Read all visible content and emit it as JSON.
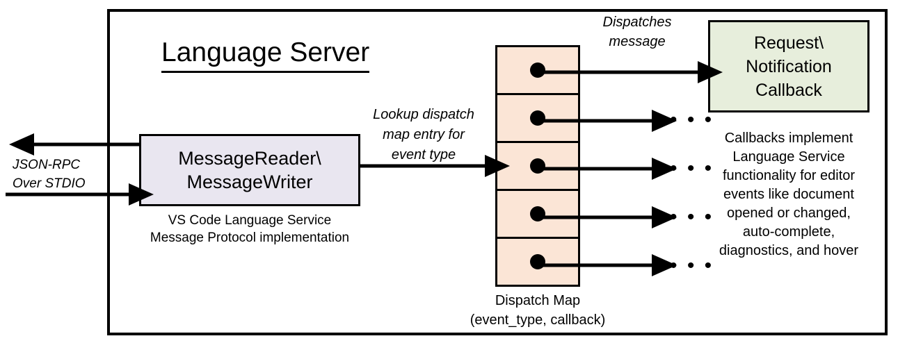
{
  "diagram": {
    "title": "Language Server",
    "container_label": "Language Server"
  },
  "external_io": {
    "label": "JSON-RPC\nOver STDIO",
    "outbound_arrow": "arrow-left-out",
    "inbound_arrow": "arrow-right-in"
  },
  "message_reader": {
    "title": "MessageReader\\\nMessageWriter",
    "caption": "VS Code Language Service\nMessage Protocol implementation",
    "fill_color": "#E9E6F0"
  },
  "lookup_edge": {
    "label": "Lookup dispatch\nmap entry for\nevent type"
  },
  "dispatch_map": {
    "caption": "Dispatch Map\n(event_type, callback)",
    "fill_color": "#FBE5D6",
    "rows": [
      {
        "id": "row-1",
        "dot": "callback-dot",
        "target": "callback-box"
      },
      {
        "id": "row-2",
        "dot": "callback-dot",
        "target": "ellipsis"
      },
      {
        "id": "row-3",
        "dot": "callback-dot",
        "target": "ellipsis"
      },
      {
        "id": "row-4",
        "dot": "callback-dot",
        "target": "ellipsis"
      },
      {
        "id": "row-5",
        "dot": "callback-dot",
        "target": "ellipsis"
      }
    ],
    "ellipsis_glyph": "• • •"
  },
  "dispatch_edge": {
    "label": "Dispatches\nmessage"
  },
  "callback": {
    "title": "Request\\\nNotification\nCallback",
    "description": "Callbacks implement\nLanguage Service\nfunctionality for editor\nevents like document\nopened or changed,\nauto-complete,\ndiagnostics, and hover",
    "fill_color": "#E7EEDC"
  },
  "colors": {
    "stroke": "#000000",
    "background": "#FFFFFF"
  }
}
